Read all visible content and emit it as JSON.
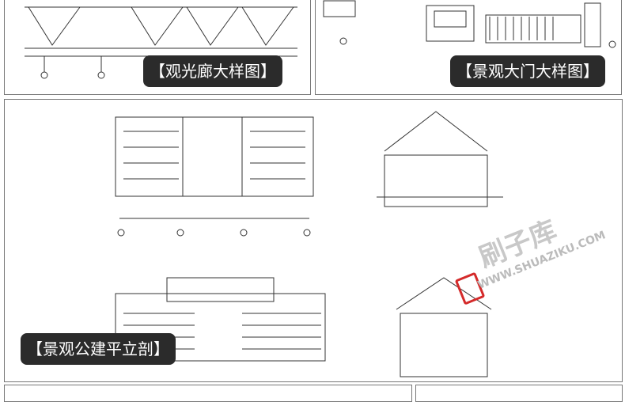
{
  "panels": [
    {
      "label": "【观光廊大样图】"
    },
    {
      "label": "【景观大门大样图】"
    },
    {
      "label": "【景观公建平立剖】"
    }
  ],
  "watermark": {
    "brand": "刷子库",
    "url": "WWW.SHUAZIKU.COM",
    "icon": "brush-icon",
    "color": "#d42a2a"
  }
}
